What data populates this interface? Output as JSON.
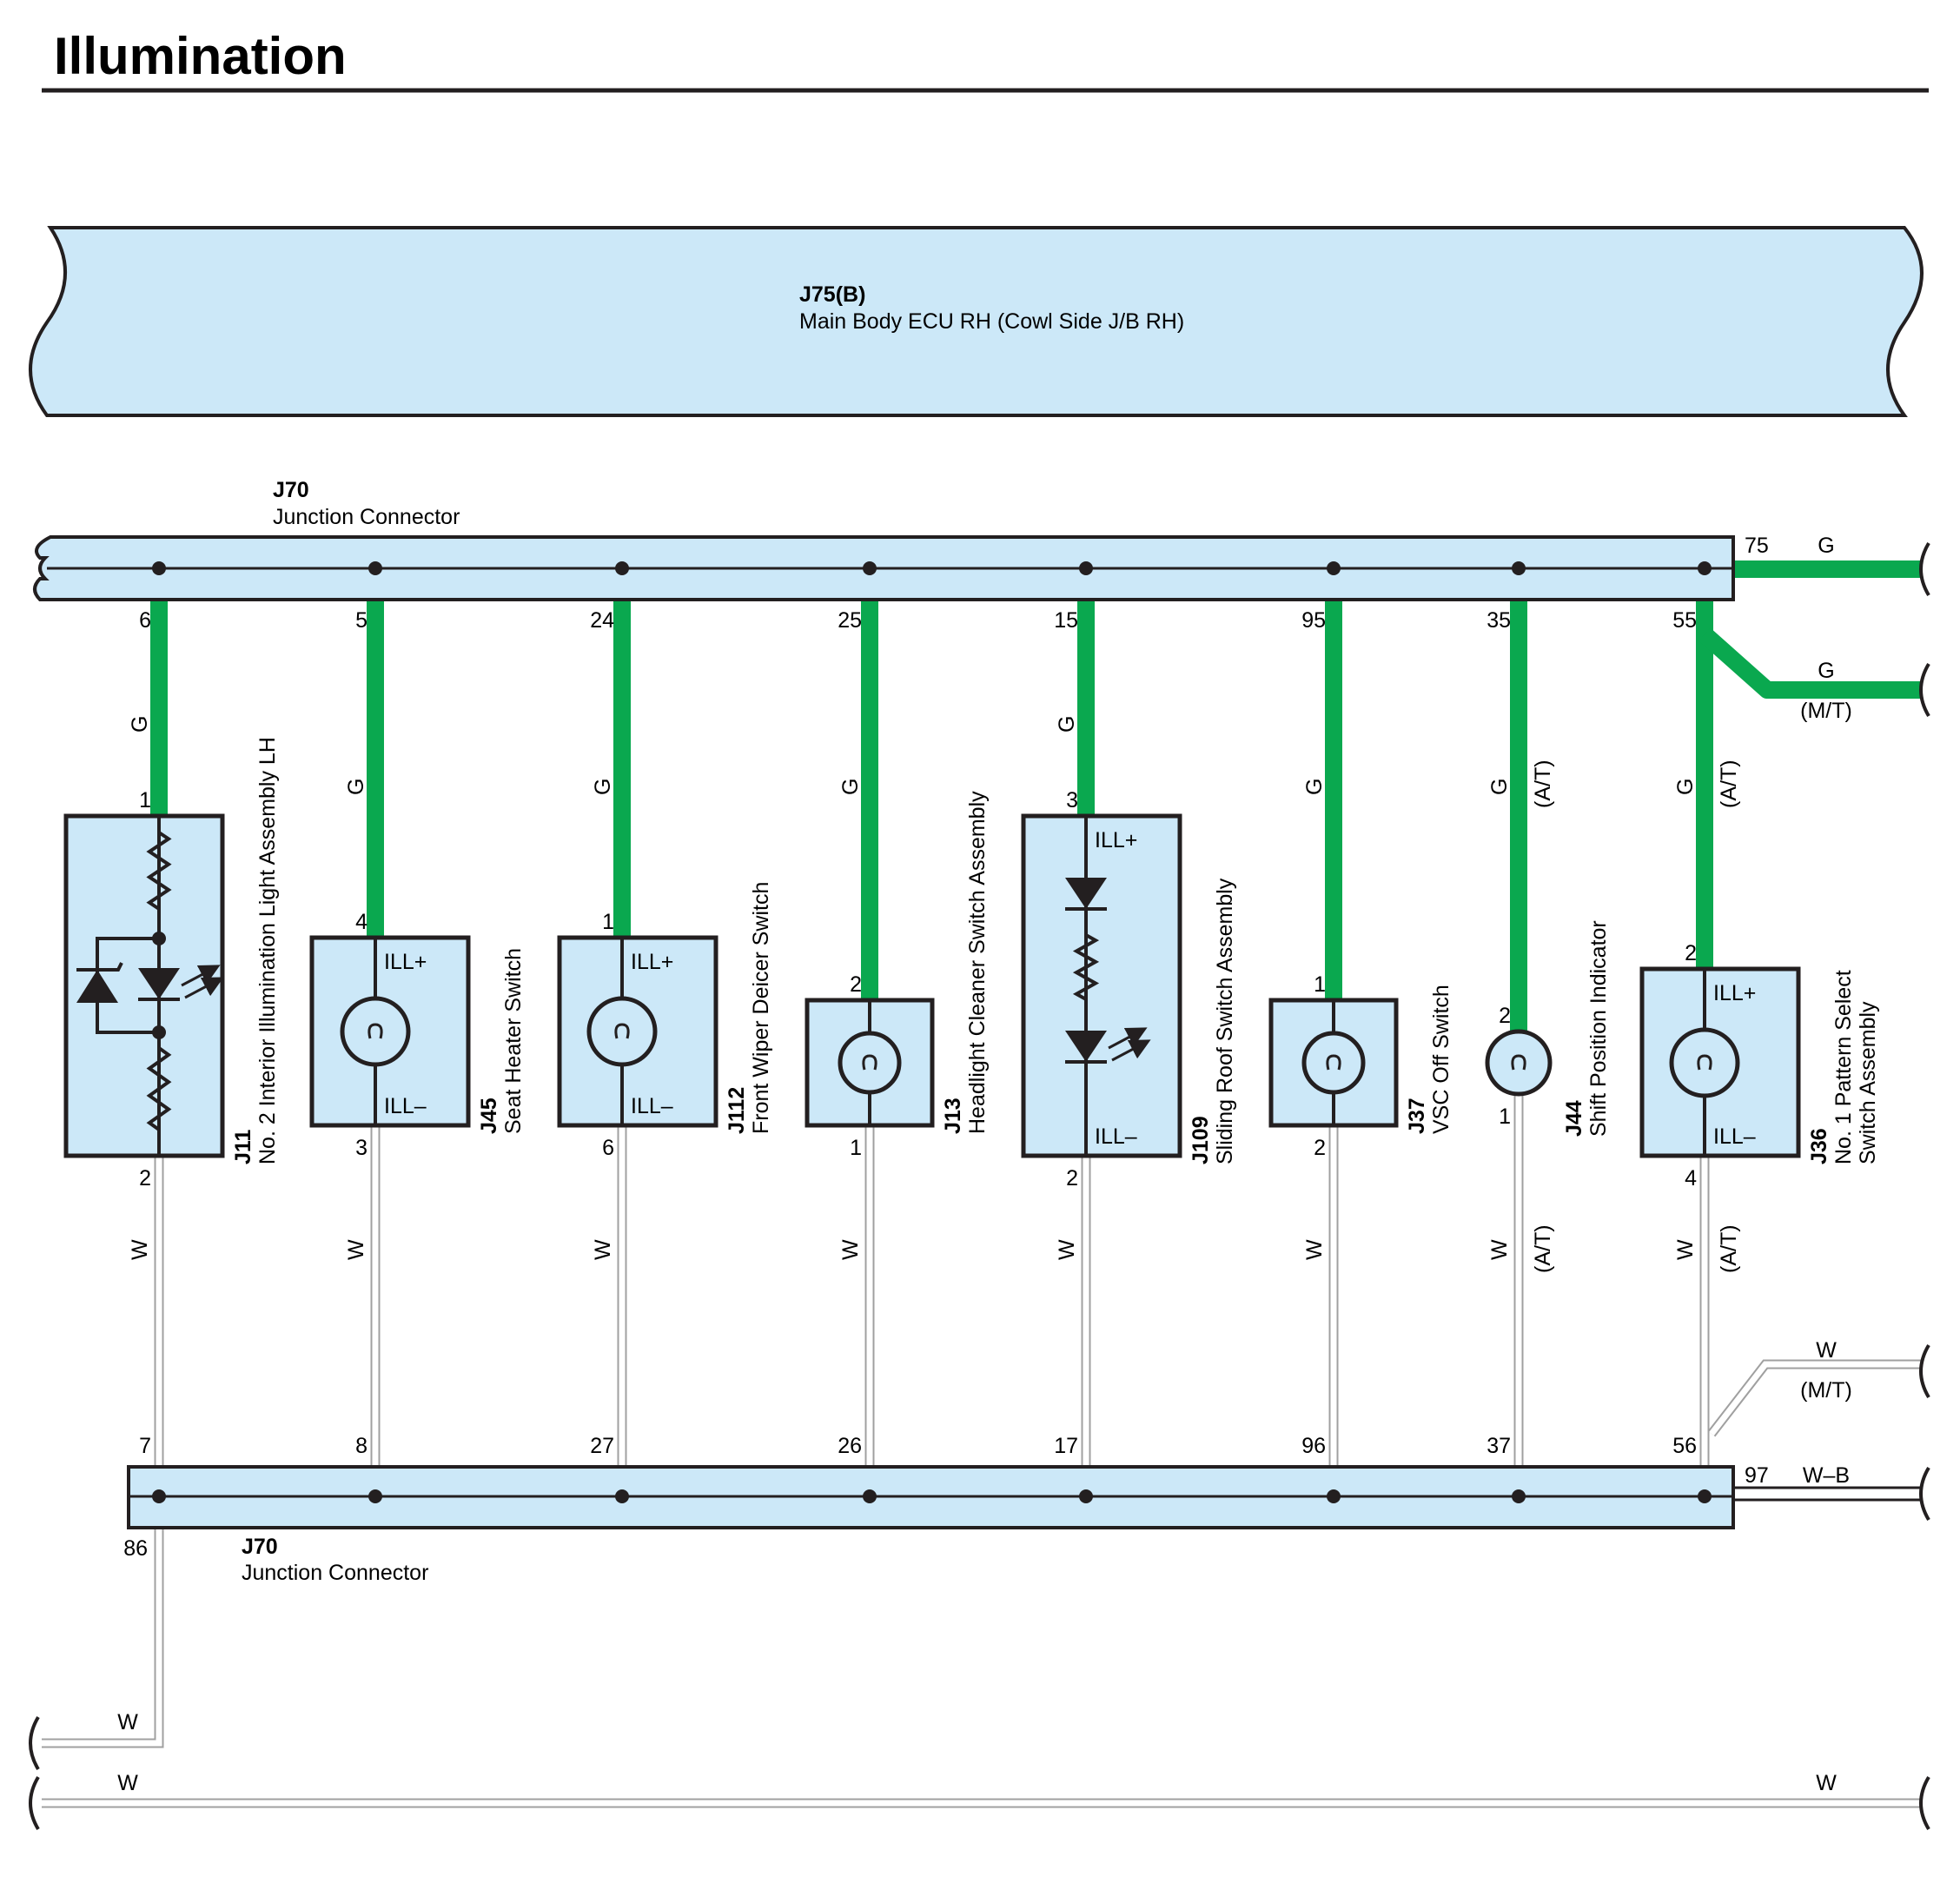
{
  "page": {
    "title": "Illumination"
  },
  "colors": {
    "green_wire": "#0aa84f",
    "box_fill": "#cce8f8",
    "outline": "#231f20",
    "white_wire": "#a0a0a0"
  },
  "ecu": {
    "code": "J75(B)",
    "name": "Main Body ECU RH (Cowl Side J/B RH)"
  },
  "top_connector": {
    "code": "J70",
    "name": "Junction Connector",
    "out_pin": "75",
    "out_wire": "G",
    "mt_wire": "G",
    "mt_note": "(M/T)"
  },
  "bottom_connector": {
    "code": "J70",
    "name": "Junction Connector",
    "out_pin": "97",
    "out_wire": "W–B",
    "mt_wire": "W",
    "mt_note": "(M/T)",
    "ground_pin": "86",
    "ground_wire": "W"
  },
  "bottom_line": {
    "left_wire": "W",
    "right_wire": "W"
  },
  "components": [
    {
      "code": "J11",
      "name": "No. 2 Interior Illumination Light Assembly LH",
      "top_pin": "6",
      "wire_g": "G",
      "in_pin": "1",
      "out_pin": "2",
      "wire_w": "W",
      "bottom_pin": "7",
      "note": "",
      "ill_plus": "",
      "ill_minus": ""
    },
    {
      "code": "J45",
      "name": "Seat Heater Switch",
      "top_pin": "5",
      "wire_g": "G",
      "in_pin": "4",
      "out_pin": "3",
      "wire_w": "W",
      "bottom_pin": "8",
      "note": "",
      "ill_plus": "ILL+",
      "ill_minus": "ILL–"
    },
    {
      "code": "J112",
      "name": "Front Wiper Deicer Switch",
      "top_pin": "24",
      "wire_g": "G",
      "in_pin": "1",
      "out_pin": "6",
      "wire_w": "W",
      "bottom_pin": "27",
      "note": "",
      "ill_plus": "ILL+",
      "ill_minus": "ILL–"
    },
    {
      "code": "J13",
      "name": "Headlight Cleaner Switch Assembly",
      "top_pin": "25",
      "wire_g": "G",
      "in_pin": "2",
      "out_pin": "1",
      "wire_w": "W",
      "bottom_pin": "26",
      "note": "",
      "ill_plus": "",
      "ill_minus": ""
    },
    {
      "code": "J109",
      "name": "Sliding Roof Switch Assembly",
      "top_pin": "15",
      "wire_g": "G",
      "in_pin": "3",
      "out_pin": "2",
      "wire_w": "W",
      "bottom_pin": "17",
      "note": "",
      "ill_plus": "ILL+",
      "ill_minus": "ILL–"
    },
    {
      "code": "J37",
      "name": "VSC Off Switch",
      "top_pin": "95",
      "wire_g": "G",
      "in_pin": "1",
      "out_pin": "2",
      "wire_w": "W",
      "bottom_pin": "96",
      "note": "",
      "ill_plus": "",
      "ill_minus": ""
    },
    {
      "code": "J44",
      "name": "Shift Position Indicator",
      "top_pin": "35",
      "wire_g": "G",
      "in_pin": "2",
      "out_pin": "1",
      "wire_w": "W",
      "bottom_pin": "37",
      "note": "(A/T)",
      "ill_plus": "",
      "ill_minus": ""
    },
    {
      "code": "J36",
      "name": "No. 1 Pattern Select",
      "name2": "Switch Assembly",
      "top_pin": "55",
      "wire_g": "G",
      "in_pin": "2",
      "out_pin": "4",
      "wire_w": "W",
      "bottom_pin": "56",
      "note": "(A/T)",
      "ill_plus": "ILL+",
      "ill_minus": "ILL–"
    }
  ]
}
